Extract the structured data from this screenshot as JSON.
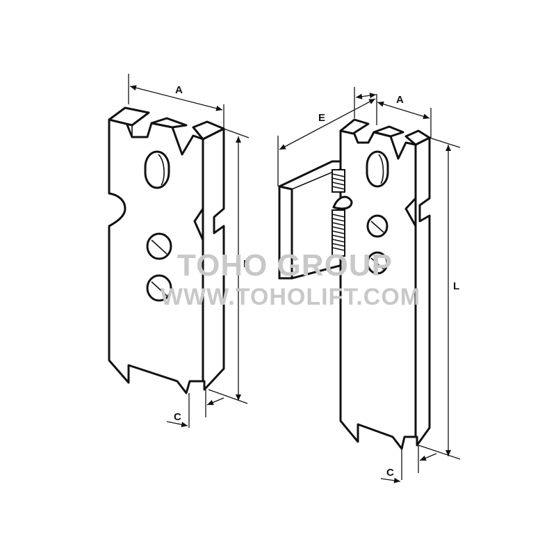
{
  "watermark": {
    "line1": "TOHO GROUP",
    "line2": "WWW.TOHOLIFT.COM",
    "color": "#c8c8c8"
  },
  "figures": [
    {
      "id": "standard-jaw",
      "dimensions": {
        "A": "A",
        "L": "L",
        "C": "C"
      }
    },
    {
      "id": "jaw-with-extension",
      "dimensions": {
        "A": "A",
        "E": "E",
        "L": "L",
        "C": "C"
      }
    }
  ],
  "colors": {
    "line": "#111111",
    "background": "#ffffff"
  }
}
